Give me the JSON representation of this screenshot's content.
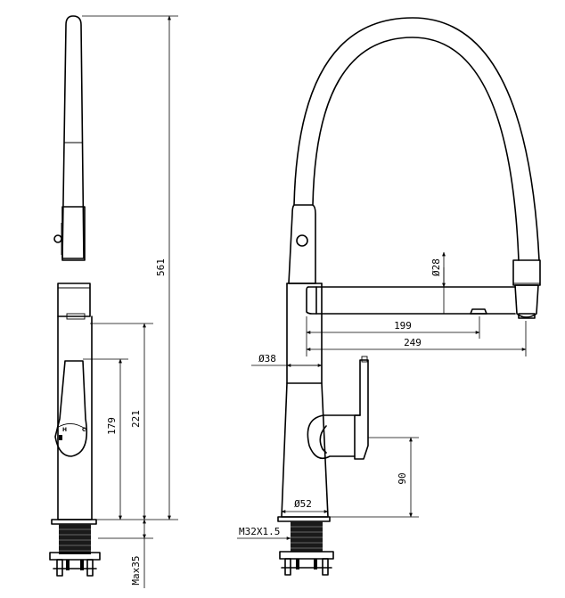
{
  "side_view": {
    "dim_overall_height": "561",
    "dim_handle_height_179": "179",
    "dim_handle_height_221": "221",
    "dim_max_thickness": "Max35",
    "handle_hot_label": "H",
    "handle_cold_label": "C"
  },
  "front_view": {
    "dim_hose_dia": "Ø28",
    "dim_reach_199": "199",
    "dim_reach_249": "249",
    "dim_body_dia": "Ø38",
    "dim_base_dia": "Ø52",
    "dim_thread": "M32X1.5",
    "dim_handle_clearance": "90"
  }
}
